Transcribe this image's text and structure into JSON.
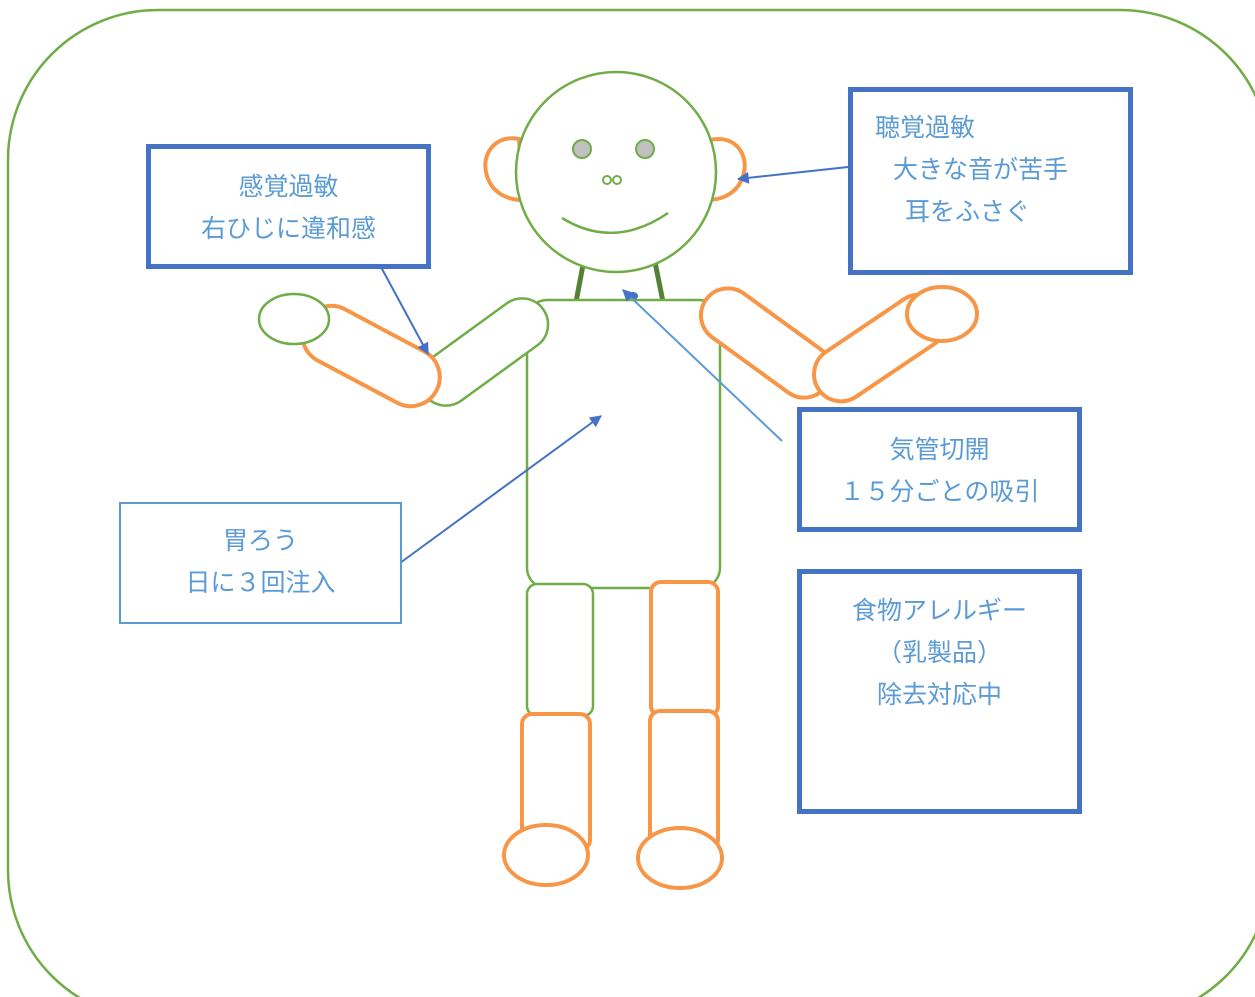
{
  "colors": {
    "frame": "#70ad47",
    "green_part": "#70ad47",
    "orange_part": "#f79646",
    "eye_fill": "#c0c0c0",
    "arrow": "#4472c4",
    "box_border": "#4472c4",
    "text": "#5b9bd5"
  },
  "labels": {
    "sensory": {
      "line1": "感覚過敏",
      "line2": "右ひじに違和感"
    },
    "hearing": {
      "line1": "聴覚過敏",
      "line2": "大きな音が苦手",
      "line3": "耳をふさぐ"
    },
    "trach": {
      "line1": "気管切開",
      "line2": "１５分ごとの吸引"
    },
    "gastro": {
      "line1": "胃ろう",
      "line2": "日に３回注入"
    },
    "allergy": {
      "line1": "食物アレルギー",
      "line2": "（乳製品）",
      "line3": "除去対応中"
    }
  }
}
